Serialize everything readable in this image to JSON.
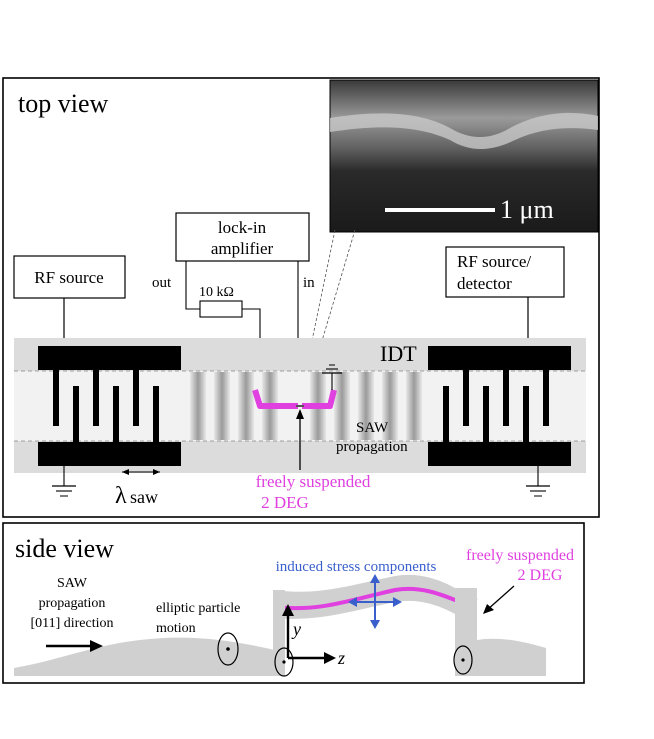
{
  "top_panel": {
    "title": "top view",
    "lockin_label_1": "lock-in",
    "lockin_label_2": "amplifier",
    "out_label": "out",
    "in_label": "in",
    "resistor_label": "10 kΩ",
    "rf_source_left": "RF source",
    "rf_source_right_1": "RF source/",
    "rf_source_right_2": "detector",
    "idt_label": "IDT",
    "scale_bar_label": "1 μm",
    "saw_label_1": "SAW",
    "saw_label_2": "propagation",
    "lambda_symbol": "λ",
    "lambda_subscript": "saw",
    "deg_label_1": "freely suspended",
    "deg_label_2": "2 DEG"
  },
  "side_panel": {
    "title": "side view",
    "saw_label_1": "SAW",
    "saw_label_2": "propagation",
    "saw_label_3": "[011] direction",
    "elliptic_label_1": "elliptic particle",
    "elliptic_label_2": "motion",
    "stress_label": "induced stress components",
    "deg_label_1": "freely suspended",
    "deg_label_2": "2 DEG",
    "axis_y": "y",
    "axis_z": "z"
  },
  "colors": {
    "magenta": "#e040e0",
    "blue": "#3a5fcd",
    "substrate": "#d0d0d0",
    "idt_black": "#000000"
  }
}
